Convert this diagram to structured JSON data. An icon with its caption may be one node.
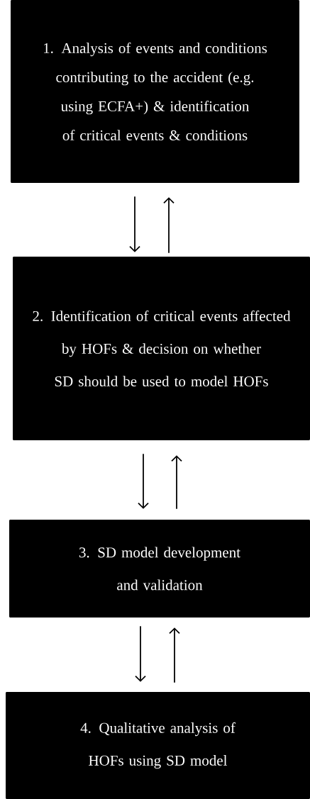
{
  "diagram": {
    "nodes": [
      {
        "text": [
          "1. Analysis of events and conditions contributing to the accident (e.g. using ECFA+) & identification of critical events & conditions"
        ]
      },
      {
        "text": [
          "2. Identification of critical events affected by HOFs & decision on whether SD should be used to model HOFs"
        ]
      },
      {
        "text": [
          "3. SD model development and validation"
        ]
      },
      {
        "text": [
          "4. Qualitative analysis of HOFs using SD model"
        ]
      }
    ],
    "edges": [
      {
        "from": 0,
        "to": 1,
        "arrow": "to"
      },
      {
        "from": 1,
        "to": 0,
        "arrow": "to"
      },
      {
        "from": 1,
        "to": 2,
        "arrow": "to"
      },
      {
        "from": 2,
        "to": 1,
        "arrow": "to"
      },
      {
        "from": 2,
        "to": 3,
        "arrow": "to"
      },
      {
        "from": 3,
        "to": 2,
        "arrow": "to"
      }
    ]
  }
}
